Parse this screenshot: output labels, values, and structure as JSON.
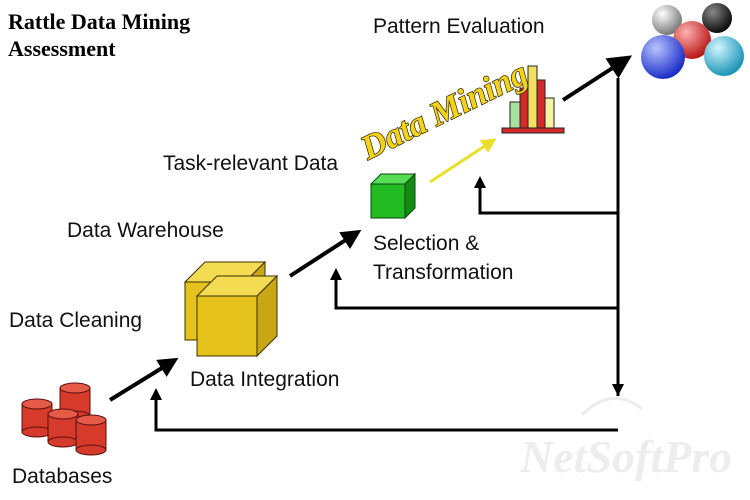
{
  "title": {
    "line1": "Rattle Data Mining",
    "line2": "Assessment"
  },
  "stages": {
    "pattern_evaluation": "Pattern Evaluation",
    "data_mining": "Data Mining",
    "task_relevant_data": "Task-relevant Data",
    "data_warehouse": "Data Warehouse",
    "selection_line1": "Selection &",
    "selection_line2": "Transformation",
    "data_cleaning": "Data Cleaning",
    "data_integration": "Data Integration",
    "databases": "Databases"
  },
  "watermark": {
    "logo_text": "NetSoftPro"
  },
  "colors": {
    "database": "#d63a2a",
    "warehouse": "#e5c21c",
    "task_cube": "#22bb22",
    "data_mining_text": "#f3d21a",
    "arrow": "#000000",
    "knowledge_spheres": [
      "#9a9a9a",
      "#d83030",
      "#2a2a2a",
      "#2f4fe0",
      "#36b8d8"
    ]
  },
  "icons": {
    "databases": "database-cylinders-icon",
    "warehouse": "warehouse-cubes-icon",
    "task_data": "green-cube-icon",
    "patterns": "bar-chart-icon",
    "knowledge": "knowledge-spheres-icon"
  }
}
